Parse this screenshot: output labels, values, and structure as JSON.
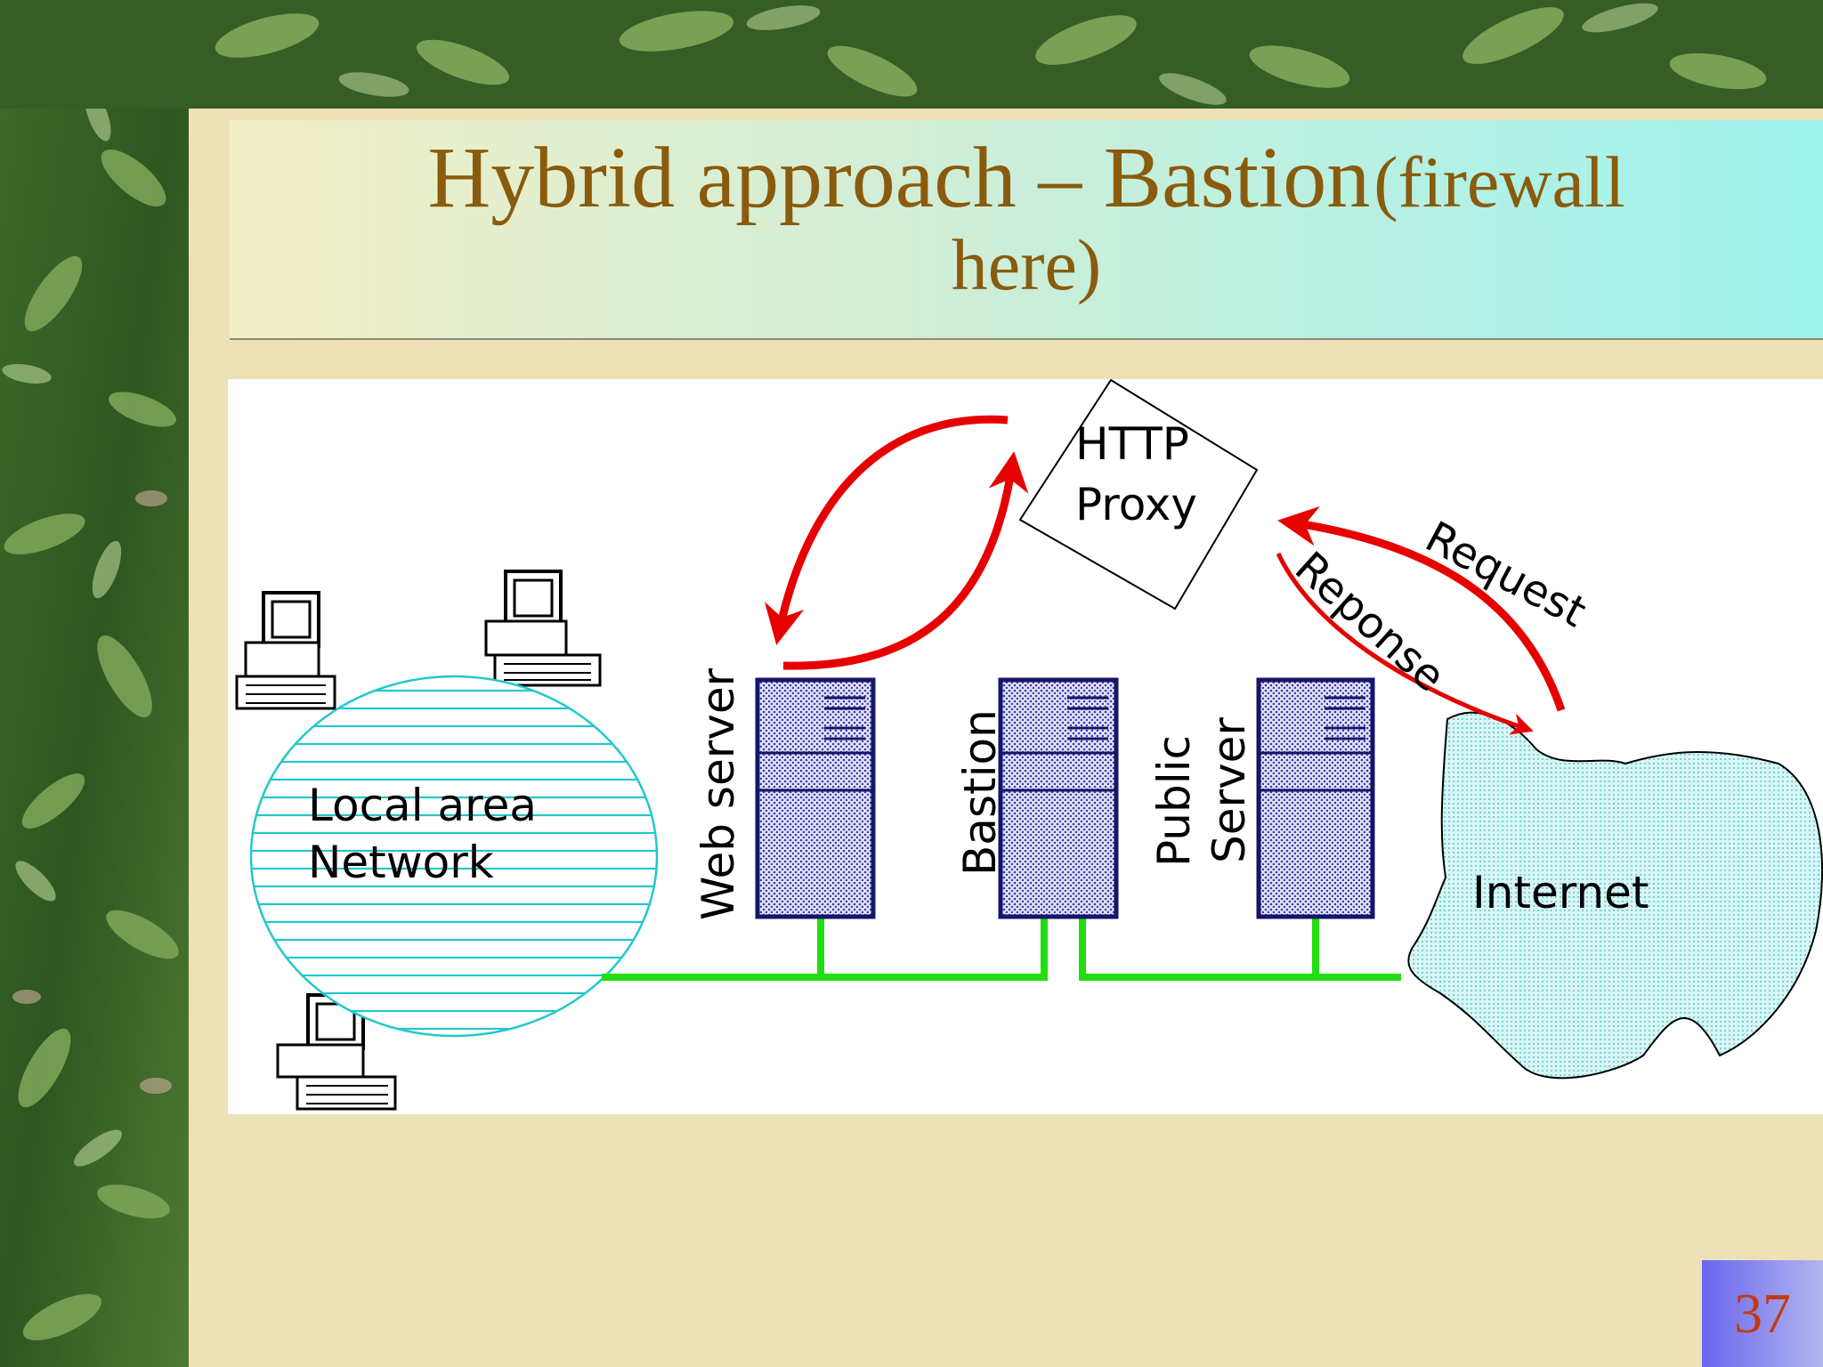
{
  "slide": {
    "title_main": "Hybrid approach – Bastion",
    "title_paren_1": "(firewall",
    "title_paren_2": "here)",
    "page_number": "37"
  },
  "diagram": {
    "lan_label_1": "Local area",
    "lan_label_2": "Network",
    "web_server_label": "Web server",
    "bastion_label": "Bastion",
    "public_server_label_1": "Public",
    "public_server_label_2": "Server",
    "proxy_label_1": "HTTP",
    "proxy_label_2": "Proxy",
    "internet_label": "Internet",
    "request_label": "Request",
    "response_label": "Reponse",
    "colors": {
      "arrows": "#e60000",
      "cable": "#22dd11",
      "lan": "#22c8cc",
      "server": "#15156a",
      "internet_fill": "#bfeeee"
    }
  }
}
